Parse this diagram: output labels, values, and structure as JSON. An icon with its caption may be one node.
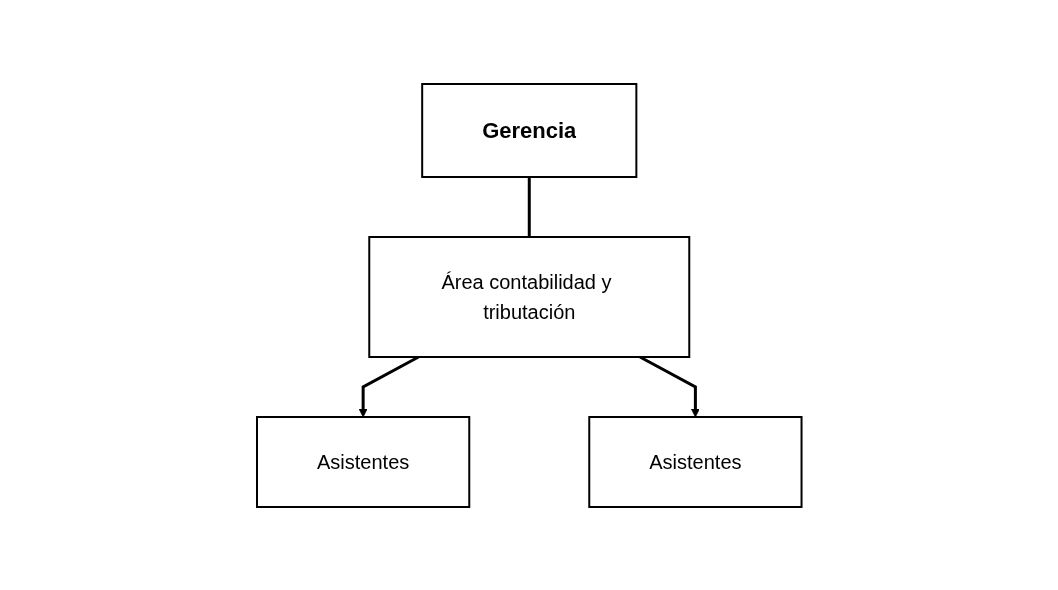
{
  "diagram": {
    "nodes": [
      {
        "text": [
          "Gerencia"
        ]
      },
      {
        "text": [
          "Área contabilidad y tributación"
        ]
      },
      {
        "text": [
          "Asistentes"
        ]
      },
      {
        "text": [
          "Asistentes"
        ]
      }
    ],
    "edges": [
      {
        "from": 0,
        "to": 1,
        "arrow": "none"
      },
      {
        "from": 1,
        "to": 2,
        "arrow": "to"
      },
      {
        "from": 1,
        "to": 3,
        "arrow": "to"
      }
    ]
  }
}
